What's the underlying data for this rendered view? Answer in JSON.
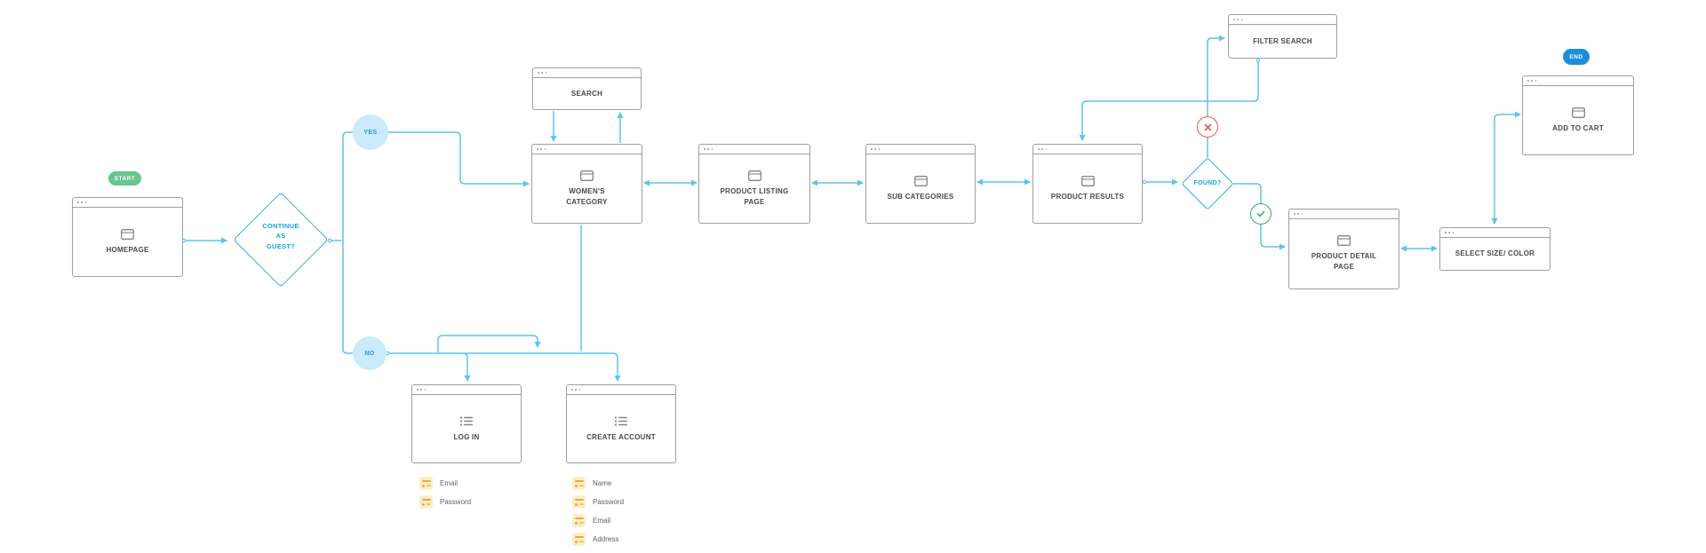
{
  "colors": {
    "connector": "#5BC4F0",
    "decision_border": "#33ADE4",
    "decision_text": "#17A3E3",
    "box_border": "#9AA0A6",
    "box_label": "#45494E",
    "field_label": "#5C6166",
    "start_badge_bg": "#66C690",
    "end_badge_bg": "#1C8FD6",
    "branch_bubble_bg": "#CBEBFA",
    "branch_bubble_text": "#1897D2",
    "fail_red": "#E8594C",
    "success_green": "#3CAB5F",
    "field_icon_bg": "#FBEEC6",
    "field_icon_fg": "#F0A73E"
  },
  "badges": {
    "start": "START",
    "end": "END"
  },
  "branches": {
    "yes": "YES",
    "no": "NO"
  },
  "decisions": {
    "continue_as_guest": "CONTINUE\nAS\nGUEST?",
    "found": "FOUND?"
  },
  "screens": {
    "homepage": "HOMEPAGE",
    "search": "SEARCH",
    "womens_category": "WOMEN'S\nCATEGORY",
    "product_listing_page": "PRODUCT LISTING\nPAGE",
    "sub_categories": "SUB CATEGORIES",
    "product_results": "PRODUCT RESULTS",
    "filter_search": "FILTER SEARCH",
    "product_detail_page": "PRODUCT DETAIL\nPAGE",
    "select_size_color": "SELECT SIZE/ COLOR",
    "add_to_cart": "ADD TO CART",
    "log_in": "LOG IN",
    "create_account": "CREATE ACCOUNT"
  },
  "forms": {
    "log_in_fields": [
      "Email",
      "Password"
    ],
    "create_account_fields": [
      "Name",
      "Password",
      "Email",
      "Address"
    ]
  }
}
